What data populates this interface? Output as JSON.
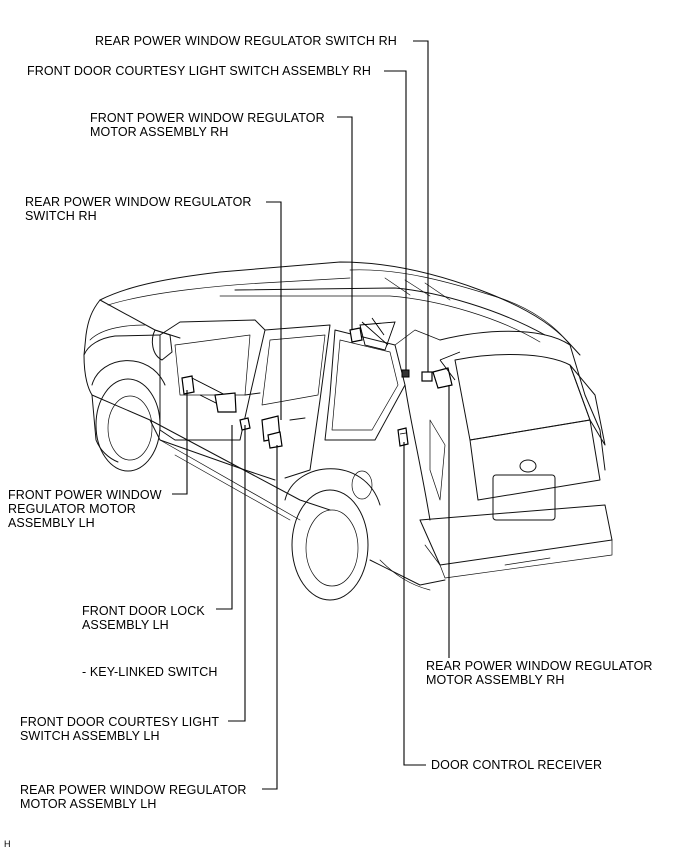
{
  "labels": {
    "rear_switch_rh_top": "REAR POWER WINDOW REGULATOR SWITCH RH",
    "front_courtesy_rh": "FRONT DOOR COURTESY LIGHT SWITCH ASSEMBLY RH",
    "front_motor_rh_l1": "FRONT POWER WINDOW REGULATOR",
    "front_motor_rh_l2": "MOTOR ASSEMBLY RH",
    "rear_switch_rh_left_l1": "REAR POWER WINDOW REGULATOR",
    "rear_switch_rh_left_l2": "SWITCH RH",
    "front_motor_lh_l1": "FRONT POWER WINDOW",
    "front_motor_lh_l2": "REGULATOR MOTOR",
    "front_motor_lh_l3": "ASSEMBLY LH",
    "front_lock_lh_l1": "FRONT DOOR LOCK",
    "front_lock_lh_l2": "ASSEMBLY LH",
    "key_linked": "- KEY-LINKED SWITCH",
    "front_courtesy_lh_l1": "FRONT DOOR COURTESY LIGHT",
    "front_courtesy_lh_l2": "SWITCH ASSEMBLY LH",
    "rear_motor_lh_l1": "REAR POWER WINDOW REGULATOR",
    "rear_motor_lh_l2": "MOTOR ASSEMBLY LH",
    "rear_motor_rh_l1": "REAR POWER WINDOW REGULATOR",
    "rear_motor_rh_l2": "MOTOR ASSEMBLY RH",
    "door_control_receiver": "DOOR CONTROL RECEIVER"
  },
  "figure_code": "H"
}
